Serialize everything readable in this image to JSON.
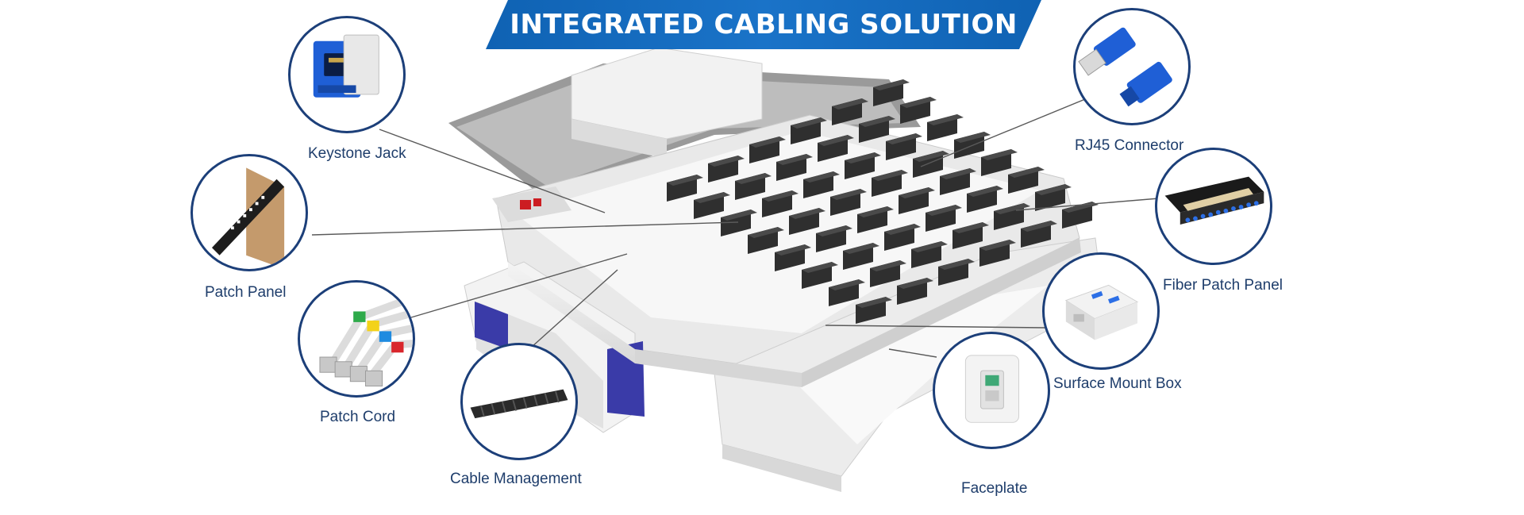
{
  "title": "INTEGRATED CABLING SOLUTION",
  "colors": {
    "banner": "#1569bd",
    "label_text": "#1e3d6b",
    "bubble_border": "#1c3f79",
    "product_blue": "#1f5fd6"
  },
  "components": [
    {
      "id": "keystone-jack",
      "label": "Keystone Jack",
      "icon": "keystone-jack-icon"
    },
    {
      "id": "patch-panel",
      "label": "Patch Panel",
      "icon": "patch-panel-icon"
    },
    {
      "id": "patch-cord",
      "label": "Patch Cord",
      "icon": "patch-cord-icon"
    },
    {
      "id": "cable-management",
      "label": "Cable Management",
      "icon": "cable-management-icon"
    },
    {
      "id": "rj45-connector",
      "label": "RJ45 Connector",
      "icon": "rj45-connector-icon"
    },
    {
      "id": "fiber-patch-panel",
      "label": "Fiber Patch Panel",
      "icon": "fiber-patch-panel-icon"
    },
    {
      "id": "surface-mount-box",
      "label": "Surface Mount Box",
      "icon": "surface-mount-box-icon"
    },
    {
      "id": "faceplate",
      "label": "Faceplate",
      "icon": "faceplate-icon"
    }
  ]
}
